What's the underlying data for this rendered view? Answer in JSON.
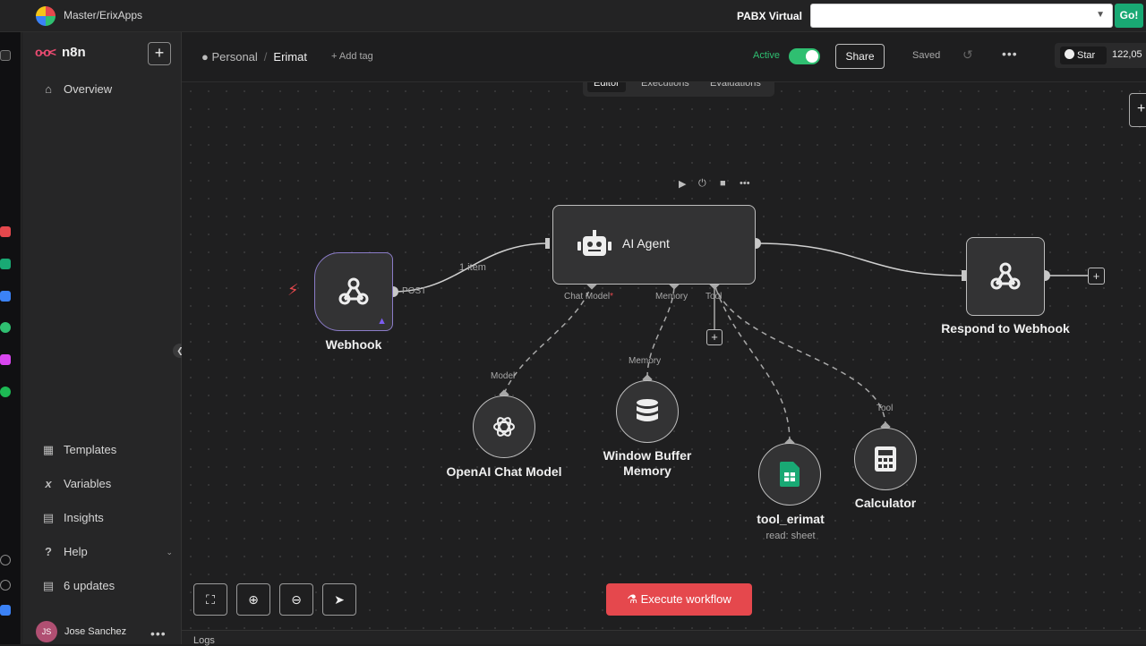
{
  "topbar": {
    "breadcrumb": "Master/ErixApps",
    "pabx_label": "PABX Virtual",
    "pabx_value": "",
    "go_label": "Go!"
  },
  "sidebar": {
    "brand": "n8n",
    "items_top": [
      {
        "label": "Overview",
        "icon": "home-icon"
      }
    ],
    "items_bottom": [
      {
        "label": "Templates",
        "icon": "templates-icon"
      },
      {
        "label": "Variables",
        "icon": "variables-icon"
      },
      {
        "label": "Insights",
        "icon": "insights-icon"
      },
      {
        "label": "Help",
        "icon": "help-icon"
      },
      {
        "label": "6 updates",
        "icon": "gift-icon"
      }
    ],
    "user": {
      "initials": "JS",
      "name": "Jose Sanchez"
    }
  },
  "header": {
    "scope": "Personal",
    "project": "Erimat",
    "add_tag": "+ Add tag",
    "active_label": "Active",
    "share_label": "Share",
    "saved_label": "Saved",
    "github_star": "Star",
    "github_count": "122,05"
  },
  "tabs": [
    {
      "label": "Editor",
      "selected": true
    },
    {
      "label": "Executions",
      "selected": false
    },
    {
      "label": "Evaluations",
      "selected": false
    }
  ],
  "nodes": {
    "webhook": {
      "label": "Webhook",
      "port": "POST",
      "icon": "webhook-icon"
    },
    "agent": {
      "label": "AI Agent",
      "icon": "robot-icon",
      "ports": {
        "chat_model": "Chat Model",
        "memory": "Memory",
        "tool": "Tool"
      }
    },
    "respond": {
      "label": "Respond to Webhook",
      "icon": "webhook-icon"
    },
    "openai": {
      "label": "OpenAI Chat Model",
      "port": "Model",
      "icon": "openai-icon"
    },
    "memory": {
      "label_line1": "Window Buffer",
      "label_line2": "Memory",
      "port": "Memory",
      "icon": "database-icon"
    },
    "sheet": {
      "label": "tool_erimat",
      "sub": "read: sheet",
      "icon": "sheets-icon"
    },
    "calc": {
      "label": "Calculator",
      "port": "Tool",
      "icon": "calculator-icon"
    }
  },
  "connection_label": "1 item",
  "execute_label": "Execute workflow",
  "logs_label": "Logs",
  "colors": {
    "accent": "#ea4b71",
    "active": "#2fbf71",
    "execute": "#e5484d"
  }
}
